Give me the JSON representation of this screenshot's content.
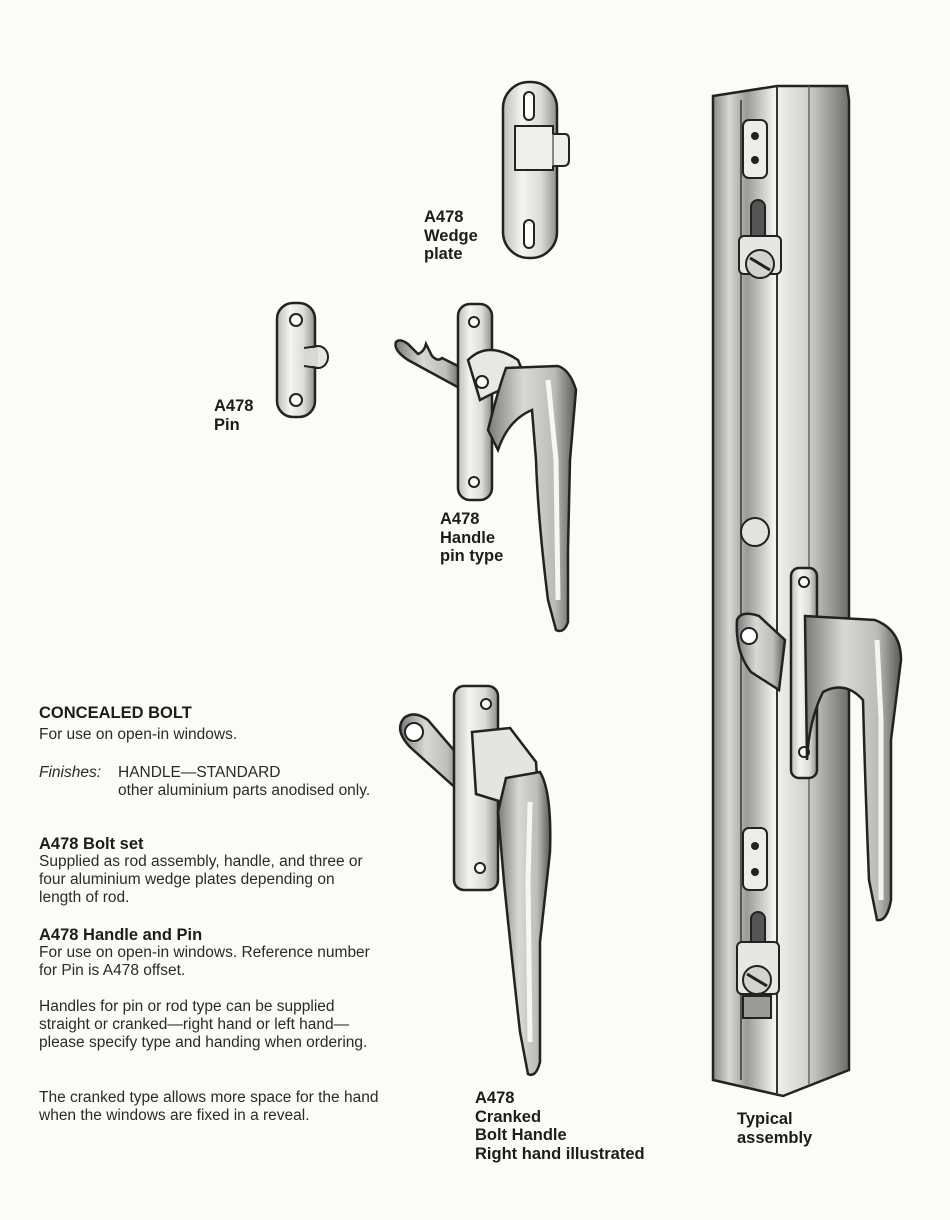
{
  "labels": {
    "wedge": [
      "A478",
      "Wedge",
      "plate"
    ],
    "pin": [
      "A478",
      "Pin"
    ],
    "handle_pin": [
      "A478",
      "Handle",
      "pin type"
    ],
    "cranked": [
      "A478",
      "Cranked",
      "Bolt Handle",
      "Right hand illustrated"
    ],
    "assembly": [
      "Typical",
      "assembly"
    ]
  },
  "text": {
    "title": "CONCEALED BOLT",
    "intro": "For use on open-in windows.",
    "finishes_label": "Finishes:",
    "finishes_value": "HANDLE—STANDARD",
    "finishes_more": "other aluminium parts anodised only.",
    "boltset_heading": "A478 Bolt set",
    "boltset_body": "Supplied as rod assembly, handle, and three or four aluminium wedge plates depending on length of rod.",
    "handlepin_heading": "A478 Handle and Pin",
    "handlepin_body": "For use on open-in windows. Reference number for Pin is A478 offset.",
    "handles_para": "Handles for pin or rod type can be supplied straight or cranked—right hand or left hand—please specify type and handing when ordering.",
    "cranked_para": "The cranked type allows more space for the hand when the windows are fixed in a reveal."
  }
}
